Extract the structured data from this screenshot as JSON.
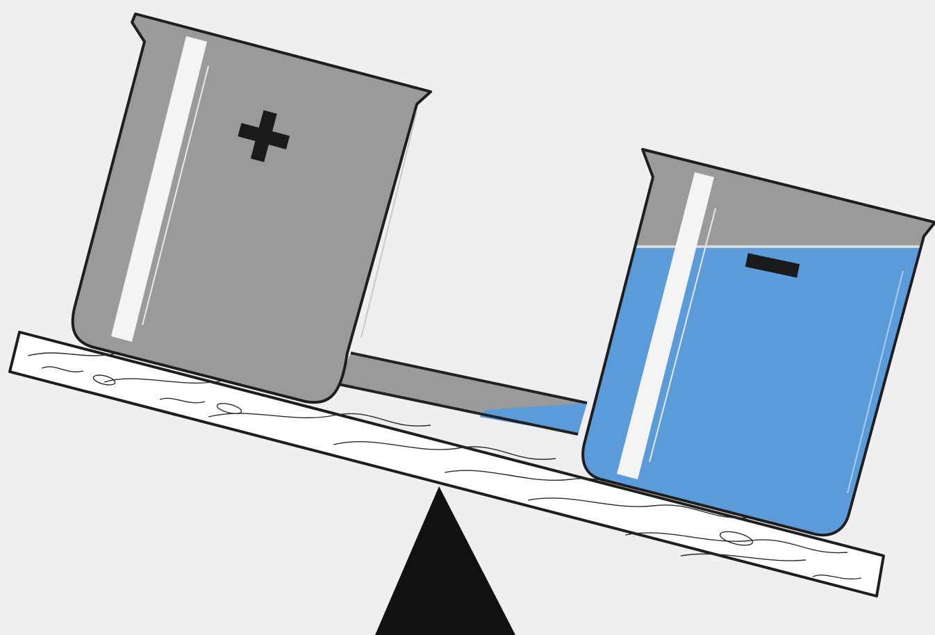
{
  "diagram": {
    "left_beaker": {
      "sign": "+",
      "fluid_color": "#9a9a9a",
      "fill_level": 1.0
    },
    "right_beaker": {
      "sign": "−",
      "fluid_color": "#5b9bd9",
      "fill_level": 0.78
    },
    "connecting_tube": {
      "fluid_color": "#9a9a9a",
      "liquid_color": "#5b9bd9"
    },
    "balance": {
      "tilt": "right side down",
      "fulcrum_color": "#111111",
      "board_color": "#ffffff"
    },
    "colors": {
      "background": "#efeff1",
      "glass_outline": "#222222",
      "glass_highlight": "#f4f4f4"
    }
  }
}
